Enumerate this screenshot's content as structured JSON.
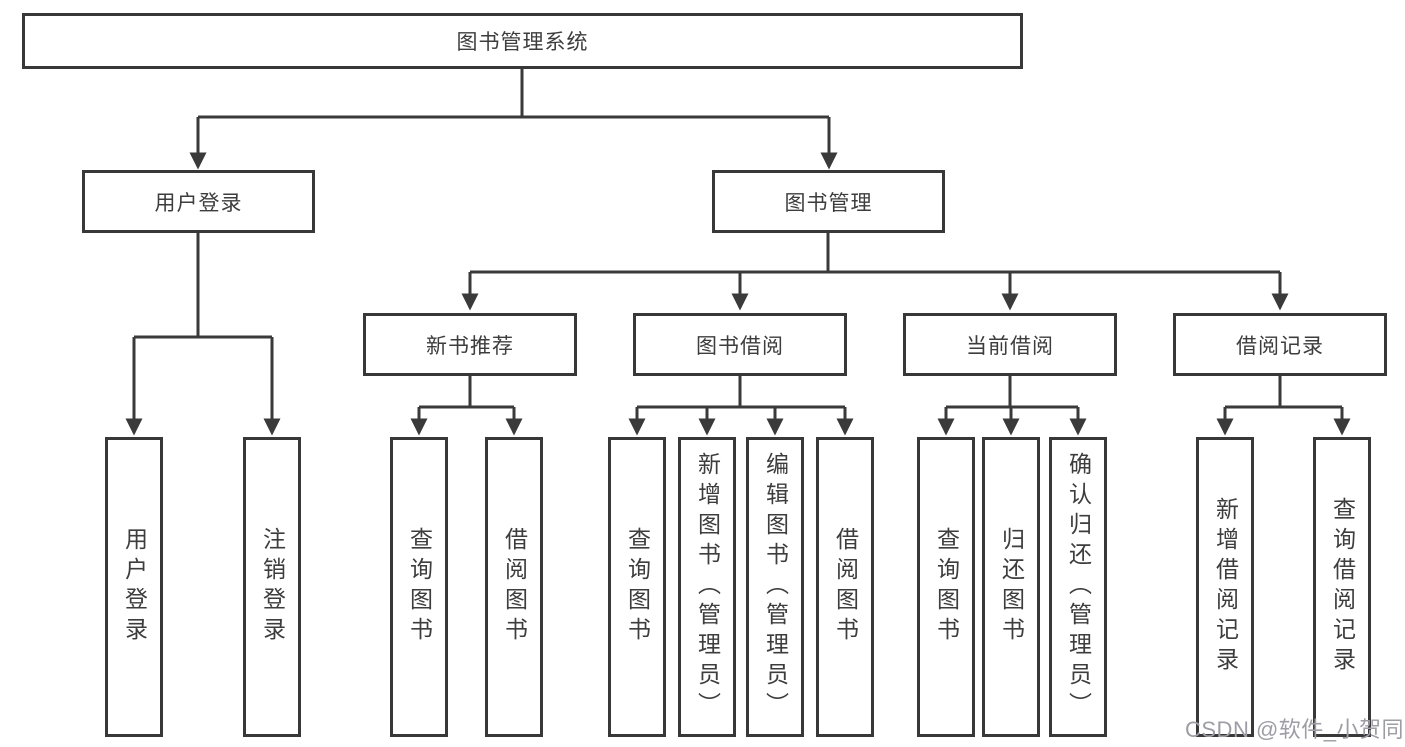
{
  "diagram_title": "图书管理系统",
  "nodes": {
    "root": {
      "label": "图书管理系统"
    },
    "user_login": {
      "label": "用户登录"
    },
    "book_mgmt": {
      "label": "图书管理"
    },
    "new_books": {
      "label": "新书推荐"
    },
    "borrow": {
      "label": "图书借阅"
    },
    "current": {
      "label": "当前借阅"
    },
    "records": {
      "label": "借阅记录"
    }
  },
  "leaves": {
    "user_login": [
      "用户登录",
      "注销登录"
    ],
    "new_books": [
      "查询图书",
      "借阅图书"
    ],
    "borrow": [
      "查询图书",
      "新增图书（管理员）",
      "编辑图书（管理员）",
      "借阅图书"
    ],
    "current": [
      "查询图书",
      "归还图书",
      "确认归还（管理员）"
    ],
    "records": [
      "新增借阅记录",
      "查询借阅记录"
    ]
  },
  "watermark": {
    "text": "CSDN @软件_小贺同学"
  },
  "colors": {
    "line": "#3a3a3a",
    "box_border": "#383838",
    "box_background": "#ffffff",
    "text": "#3d3d3d",
    "watermark": "#9d9da5"
  }
}
